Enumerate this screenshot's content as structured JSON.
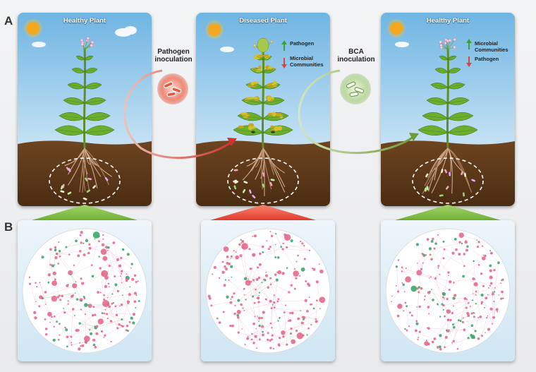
{
  "panel_labels": {
    "a": "A",
    "b": "B"
  },
  "scenes": [
    {
      "title": "Healthy Plant",
      "state": "healthy"
    },
    {
      "title": "Diseased Plant",
      "state": "diseased",
      "legend": [
        {
          "arrow": "up",
          "color": "#39a13a",
          "text": "Pathogen"
        },
        {
          "arrow": "down",
          "color": "#d9473a",
          "text": "Microbial Communities"
        }
      ]
    },
    {
      "title": "Healthy Plant",
      "state": "healthy",
      "legend": [
        {
          "arrow": "up",
          "color": "#39a13a",
          "text": "Microbial Communities"
        },
        {
          "arrow": "down",
          "color": "#d9473a",
          "text": "Pathogen"
        }
      ]
    }
  ],
  "inoculations": [
    {
      "label": "Pathogen inoculation",
      "color": "#e1685a"
    },
    {
      "label": "BCA inoculation",
      "color": "#86b95a"
    }
  ],
  "networks": [
    {
      "link_to": "healthy",
      "connector_color": "#7bbf3f"
    },
    {
      "link_to": "diseased",
      "connector_color": "#e8453c"
    },
    {
      "link_to": "healthy",
      "connector_color": "#7bbf3f"
    }
  ],
  "colors": {
    "pathogen_arrow": "#c9362b",
    "bca_arrow": "#6d9b35",
    "node_pink": "#e46a8c",
    "node_green": "#3aa96a"
  }
}
